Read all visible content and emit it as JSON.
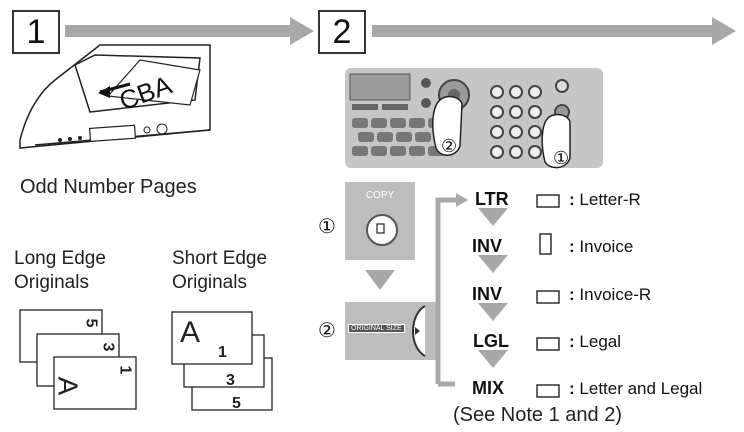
{
  "steps": {
    "step1": "1",
    "step2": "2"
  },
  "panel": {
    "callout_1": "①",
    "callout_2": "②",
    "copy_key_label": "COPY",
    "original_size_label": "ORIGINAL SIZE"
  },
  "odd_pages_label": "Odd Number Pages",
  "long_edge": {
    "line1": "Long Edge",
    "line2": "Originals",
    "pages": [
      "5",
      "3",
      "1"
    ],
    "page_letter": "A"
  },
  "short_edge": {
    "line1": "Short Edge",
    "line2": "Originals",
    "pages": [
      "1",
      "3",
      "5"
    ],
    "page_letter": "A"
  },
  "sequence": {
    "marker1": "①",
    "marker2": "②",
    "items": [
      {
        "code": "LTR",
        "name": "Letter-R"
      },
      {
        "code": "INV",
        "name": "Invoice"
      },
      {
        "code": "INV",
        "name": "Invoice-R"
      },
      {
        "code": "LGL",
        "name": "Legal"
      },
      {
        "code": "MIX",
        "name": "Letter and Legal"
      }
    ],
    "separator": ":",
    "note": "(See Note 1 and 2)"
  },
  "colors": {
    "arrow": "#a8a8a8",
    "panel": "#bdbdbd",
    "text": "#111111"
  }
}
